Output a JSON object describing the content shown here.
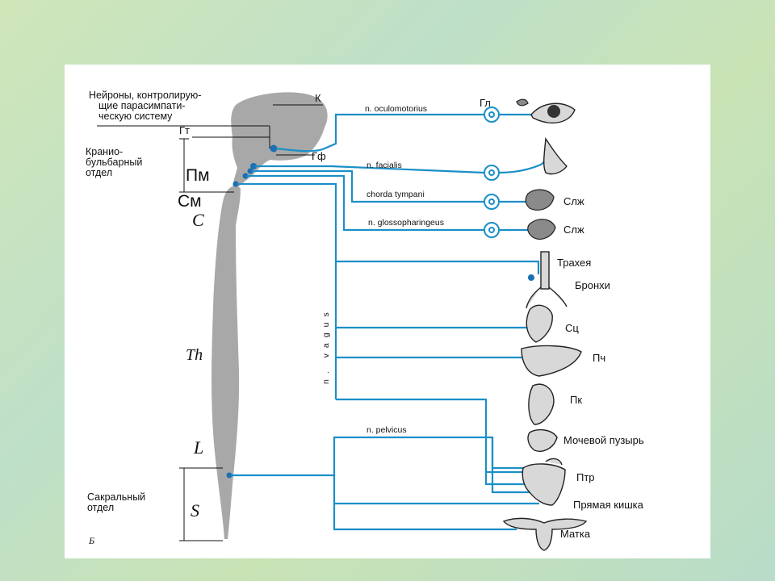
{
  "labels": {
    "neurons": [
      "Нейроны, контролирую-",
      "щие парасимпати-",
      "ческую систему"
    ],
    "k": "К",
    "gt": "Гт",
    "gf": "Гф",
    "gl": "Гл",
    "cranio": [
      "Кранио-",
      "бульбарный",
      "отдел"
    ],
    "pm": "Пм",
    "sm": "См",
    "c": "C",
    "th": "Th",
    "l": "L",
    "s": "S",
    "sacral": [
      "Сакральный",
      "отдел"
    ],
    "b": "Б"
  },
  "nerves": {
    "oculomotorius": "n. oculomotorius",
    "facialis": "n. facialis",
    "chorda": "chorda tympani",
    "glosso": "n. glossopharingeus",
    "vagus": "n. vagus",
    "pelvicus": "n. pelvicus"
  },
  "organs": {
    "slzh1": "Слж",
    "slzh2": "Слж",
    "trachea": "Трахея",
    "bronchi": "Бронхи",
    "heart": "Сц",
    "liver": "Пч",
    "pancreas": "Пк",
    "bladder": "Мочевой пузырь",
    "intestine": "Птр",
    "rectum": "Прямая кишка",
    "uterus": "Матка"
  }
}
